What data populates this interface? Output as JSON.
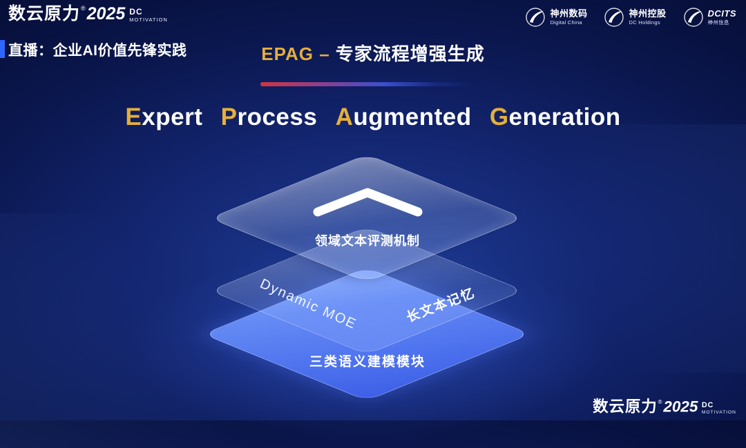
{
  "brand": {
    "name": "数云原力",
    "reg": "®",
    "year": "2025",
    "sub_top": "DC",
    "sub_bottom": "MOTIVATION"
  },
  "header": {
    "live_title": "直播：企业AI价值先锋实践",
    "page_title": {
      "highlight": "EPAG –",
      "rest": "专家流程增强生成"
    },
    "partners": [
      {
        "name": "神州数码",
        "sub": "Digital China"
      },
      {
        "name": "神州控股",
        "sub": "DC Holdings"
      },
      {
        "name": "DCITS",
        "sub": "神州信息"
      }
    ]
  },
  "main": {
    "title_words": [
      {
        "initial": "E",
        "rest": "xpert"
      },
      {
        "initial": "P",
        "rest": "rocess"
      },
      {
        "initial": "A",
        "rest": "ugmented"
      },
      {
        "initial": "G",
        "rest": "eneration"
      }
    ],
    "stack": {
      "top_label": "领域文本评测机制",
      "mid_label_left": "Dynamic MOE",
      "mid_label_right": "长文本记忆",
      "bottom_label": "三类语义建模模块"
    }
  },
  "colors": {
    "gold": "#E5AF3C",
    "accent_red": "#D23440",
    "accent_blue": "#2F66FF",
    "layer_blue": "#4A6CF7",
    "background_navy": "#0A164D"
  }
}
